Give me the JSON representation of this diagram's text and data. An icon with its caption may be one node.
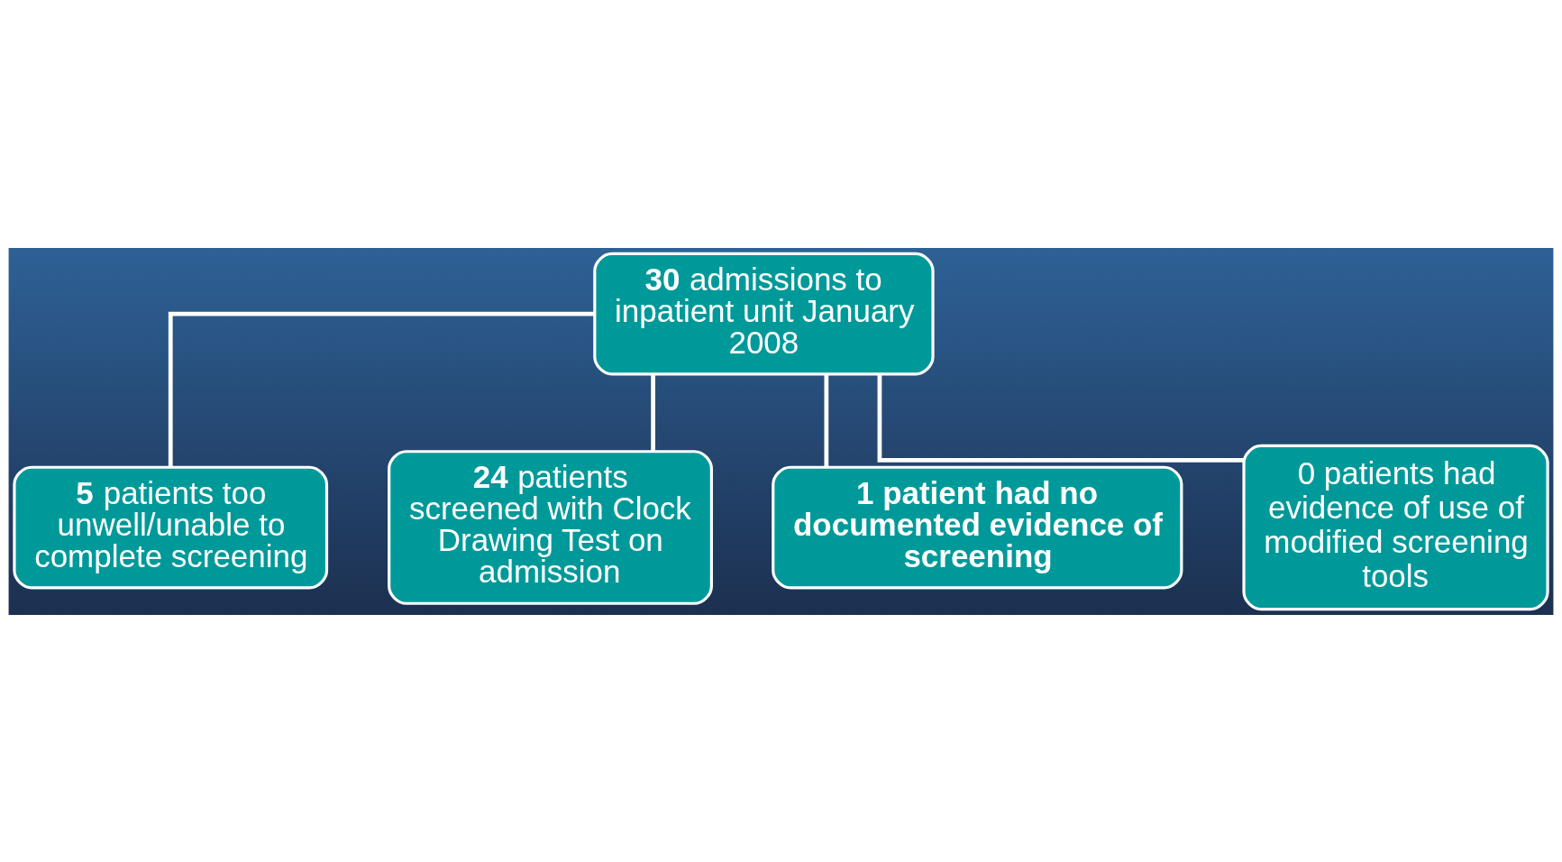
{
  "diagram": {
    "nodes": [
      {
        "text": [
          "**30** admissions to inpatient unit January 2008"
        ]
      },
      {
        "text": [
          "**5** patients too unwell/unable to complete screening"
        ]
      },
      {
        "text": [
          "**24** patients screened with Clock Drawing Test on admission"
        ]
      },
      {
        "text": [
          "1 patient had no documented evidence of screening"
        ]
      },
      {
        "text": [
          "0 patients had evidence of use of modified screening tools"
        ]
      }
    ],
    "edges": [
      {
        "from": 0,
        "to": 1,
        "arrow": "none"
      },
      {
        "from": 0,
        "to": 2,
        "arrow": "none"
      },
      {
        "from": 0,
        "to": 3,
        "arrow": "none"
      },
      {
        "from": 0,
        "to": 4,
        "arrow": "none"
      }
    ]
  }
}
